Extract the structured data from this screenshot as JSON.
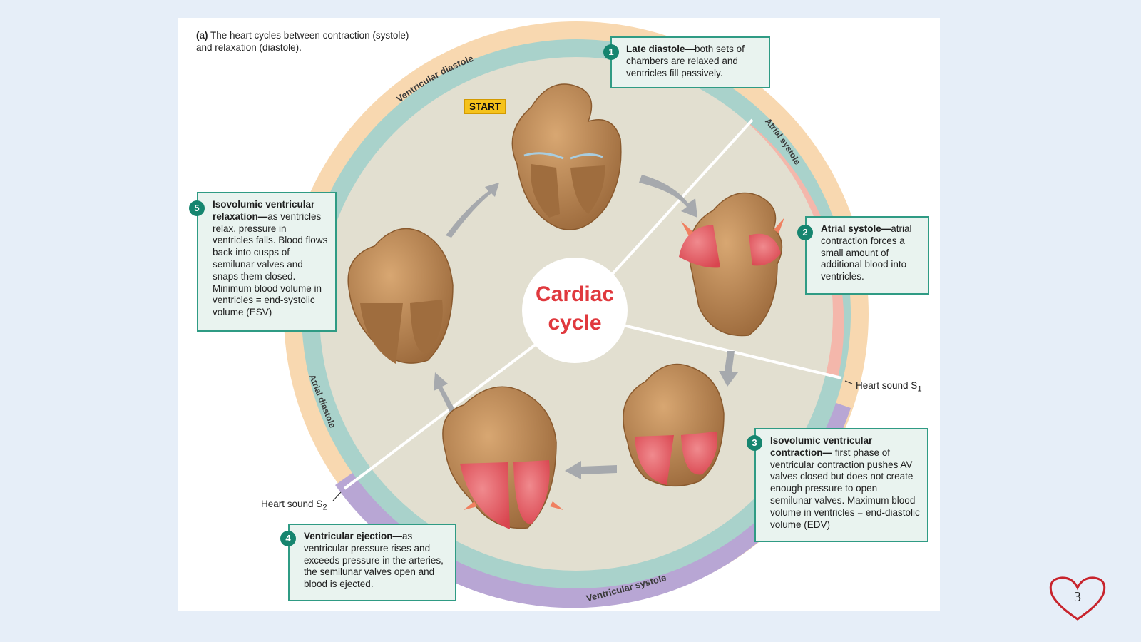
{
  "caption": {
    "label": "(a)",
    "text": "The heart cycles between contraction (systole) and relaxation (diastole)."
  },
  "center": {
    "line1": "Cardiac",
    "line2": "cycle"
  },
  "start_label": "START",
  "ring_labels": {
    "ventricular_diastole": "Ventricular diastole",
    "atrial_systole": "Atrial systole",
    "atrial_diastole": "Atrial diastole",
    "ventricular_systole": "Ventricular systole"
  },
  "heart_sounds": {
    "s1_text": "Heart sound S",
    "s1_sub": "1",
    "s2_text": "Heart sound S",
    "s2_sub": "2"
  },
  "steps": [
    {
      "number": "1",
      "title": "Late diastole",
      "body": "both sets of chambers are relaxed and ventricles fill passively."
    },
    {
      "number": "2",
      "title": "Atrial systole",
      "body": "atrial contraction forces a small amount of additional blood into ventricles."
    },
    {
      "number": "3",
      "title": "Isovolumic ventricular contraction",
      "body": " first phase of ventricular contraction pushes AV valves closed but does not create enough pressure to open semilunar valves. Maximum blood volume in ventricles = end-diastolic volume (EDV)"
    },
    {
      "number": "4",
      "title": "Ventricular ejection",
      "body": "as ventricular pressure rises and exceeds pressure in the arteries, the semilunar valves open and blood is ejected."
    },
    {
      "number": "5",
      "title": "Isovolumic ventricular relaxation",
      "body": "as ventricles relax, pressure in ventricles falls. Blood flows back into cusps of semilunar valves and snaps them closed. Minimum blood volume in ventricles = end-systolic volume (ESV)"
    }
  ],
  "page_number": "3",
  "colors": {
    "ring_peach": "#f8d8b0",
    "ring_teal": "#a9d2cb",
    "ring_pink": "#f4b7ab",
    "ring_purple": "#b8a6d4",
    "disc": "#e2dfd0",
    "heart_brown": "#b8844f",
    "ventricle_red": "#e8616a",
    "box_border": "#2f9b84",
    "title_red": "#e0393e"
  }
}
